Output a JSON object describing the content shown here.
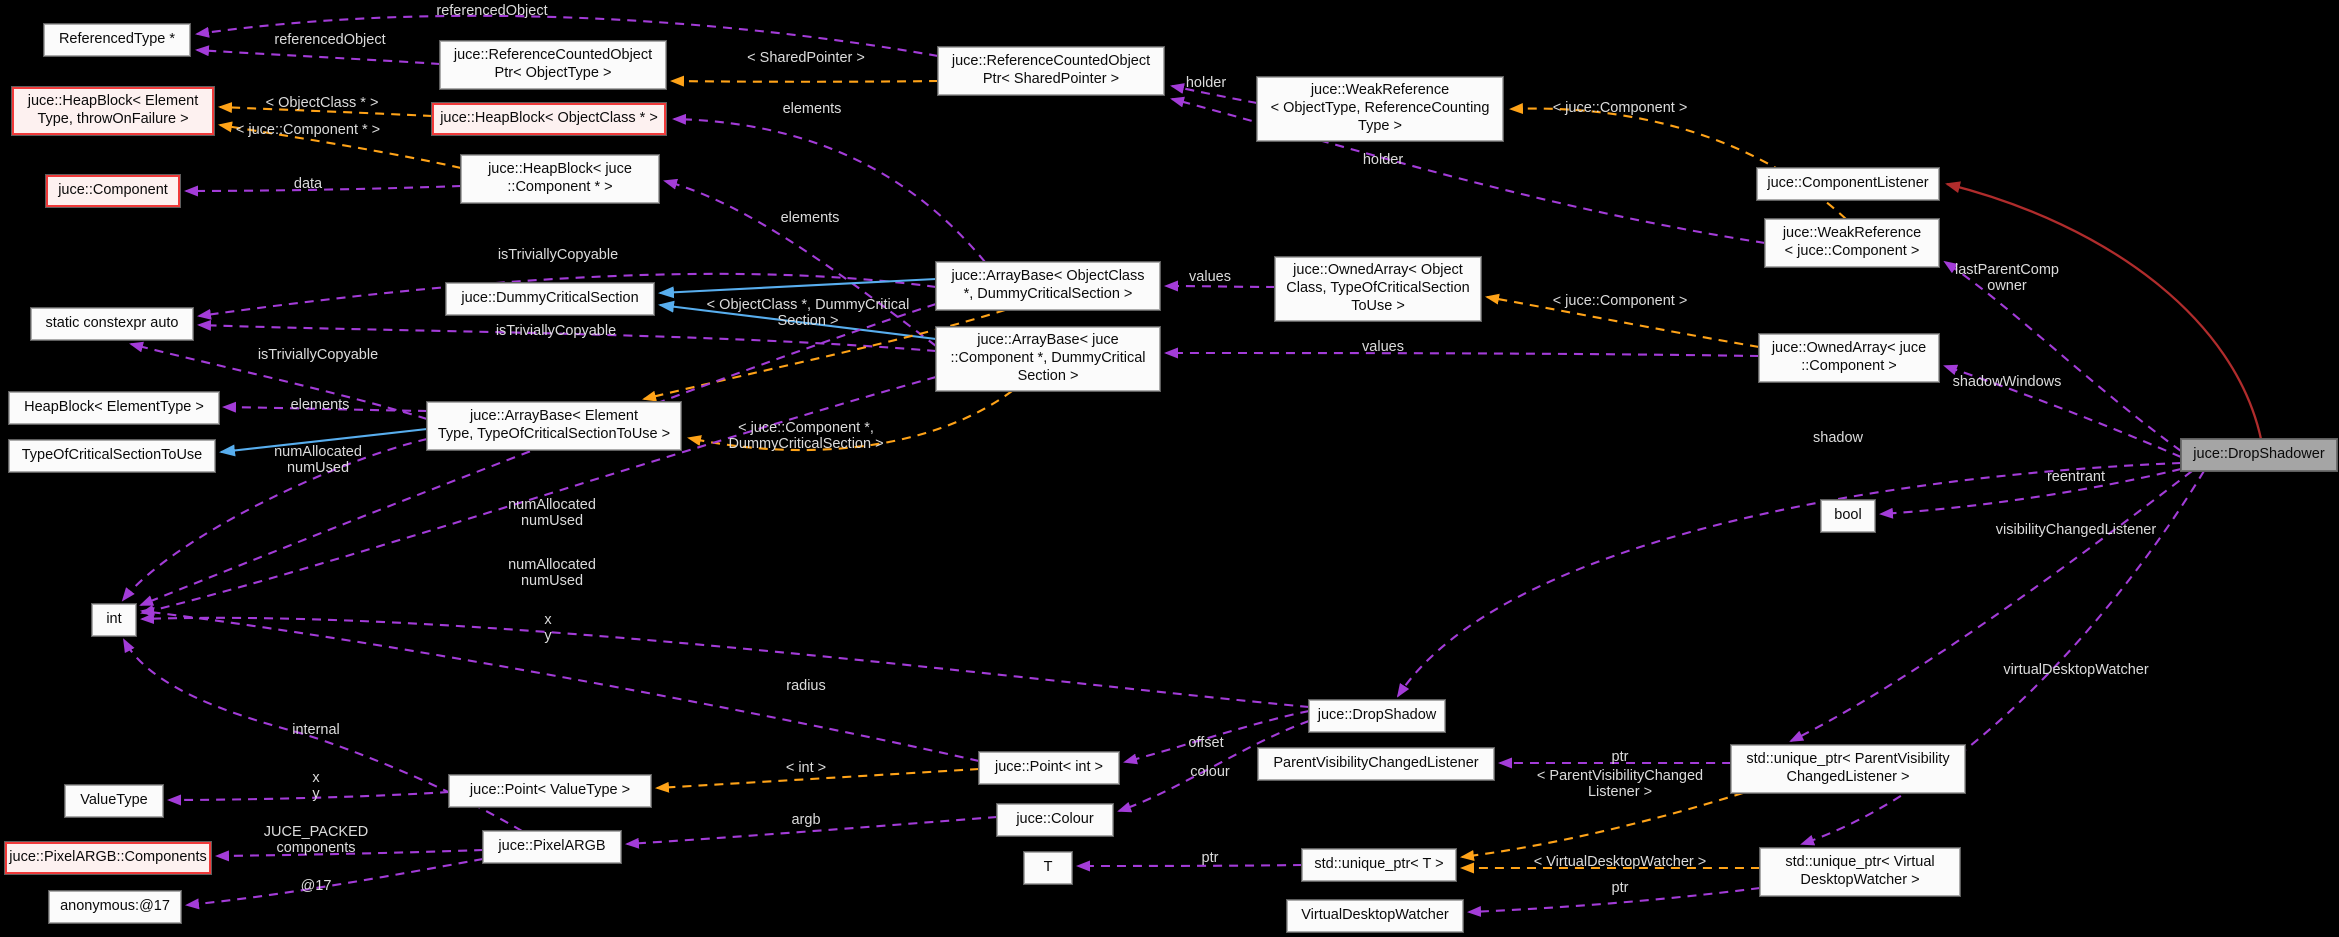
{
  "diagram_type": "doxygen-collaboration-graph",
  "focus_node": "juce::DropShadower",
  "background": "#000000",
  "colors": {
    "member_edge": "#A33CD8",
    "template_edge": "#FFA318",
    "inheritance_edge": "#58AEEE",
    "base_class_edge": "#B02C2C",
    "node_bg": "#FBFBFB",
    "node_border": "#ABABAB",
    "special_node_border": "#F03A3A",
    "special_node_bg": "#FDF1F0",
    "focus_node_bg": "#A5A5A5",
    "edge_label_color": "#DBDBDB"
  },
  "nodes": [
    {
      "id": "referenced-type",
      "label": "ReferencedType *"
    },
    {
      "id": "reference-counted-object-ptr-object-type",
      "label": "juce::ReferenceCountedObject\nPtr< ObjectType >"
    },
    {
      "id": "reference-counted-object-ptr-shared-pointer",
      "label": "juce::ReferenceCountedObject\nPtr< SharedPointer >"
    },
    {
      "id": "weak-reference-generic",
      "label": "juce::WeakReference\n< ObjectType, ReferenceCounting\nType >"
    },
    {
      "id": "component-listener",
      "label": "juce::ComponentListener"
    },
    {
      "id": "heap-block-generic",
      "label": "juce::HeapBlock< Element\nType, throwOnFailure >"
    },
    {
      "id": "heap-block-object-class",
      "label": "juce::HeapBlock< ObjectClass * >"
    },
    {
      "id": "component",
      "label": "juce::Component"
    },
    {
      "id": "heap-block-component",
      "label": "juce::HeapBlock< juce\n::Component * >"
    },
    {
      "id": "weak-reference-component",
      "label": "juce::WeakReference\n< juce::Component >"
    },
    {
      "id": "dummy-critical-section",
      "label": "juce::DummyCriticalSection"
    },
    {
      "id": "array-base-object-class",
      "label": "juce::ArrayBase< ObjectClass\n*, DummyCriticalSection >"
    },
    {
      "id": "owned-array-generic",
      "label": "juce::OwnedArray< Object\nClass, TypeOfCriticalSection\nToUse >"
    },
    {
      "id": "static-constexpr-auto",
      "label": "static constexpr auto"
    },
    {
      "id": "array-base-component",
      "label": "juce::ArrayBase< juce\n::Component *, DummyCritical\nSection >"
    },
    {
      "id": "owned-array-component",
      "label": "juce::OwnedArray< juce\n::Component >"
    },
    {
      "id": "heap-block-element-type",
      "label": "HeapBlock< ElementType >"
    },
    {
      "id": "array-base-generic",
      "label": "juce::ArrayBase< Element\nType, TypeOfCriticalSectionToUse >"
    },
    {
      "id": "type-of-critical-section-to-use",
      "label": "TypeOfCriticalSectionToUse"
    },
    {
      "id": "drop-shadower",
      "label": "juce::DropShadower"
    },
    {
      "id": "bool",
      "label": "bool"
    },
    {
      "id": "int",
      "label": "int"
    },
    {
      "id": "drop-shadow",
      "label": "juce::DropShadow"
    },
    {
      "id": "parent-visibility-changed-listener",
      "label": "ParentVisibilityChangedListener"
    },
    {
      "id": "point-int",
      "label": "juce::Point< int >"
    },
    {
      "id": "unique-ptr-parent-visibility-changed-listener",
      "label": "std::unique_ptr< ParentVisibility\nChangedListener >"
    },
    {
      "id": "point-value-type",
      "label": "juce::Point< ValueType >"
    },
    {
      "id": "value-type",
      "label": "ValueType"
    },
    {
      "id": "colour",
      "label": "juce::Colour"
    },
    {
      "id": "pixel-argb",
      "label": "juce::PixelARGB"
    },
    {
      "id": "pixel-argb-components",
      "label": "juce::PixelARGB::Components"
    },
    {
      "id": "t",
      "label": "T"
    },
    {
      "id": "unique-ptr-t",
      "label": "std::unique_ptr< T >"
    },
    {
      "id": "unique-ptr-virtual-desktop-watcher",
      "label": "std::unique_ptr< Virtual\nDesktopWatcher >"
    },
    {
      "id": "anonymous-17",
      "label": "anonymous:@17"
    },
    {
      "id": "virtual-desktop-watcher",
      "label": "VirtualDesktopWatcher"
    }
  ],
  "edge_labels": [
    {
      "text": "referencedObject"
    },
    {
      "text": "referencedObject"
    },
    {
      "text": "< SharedPointer >"
    },
    {
      "text": "holder"
    },
    {
      "text": "holder"
    },
    {
      "text": "< juce::Component >"
    },
    {
      "text": "< ObjectClass * >"
    },
    {
      "text": "< juce::Component * >"
    },
    {
      "text": "data"
    },
    {
      "text": "elements"
    },
    {
      "text": "elements"
    },
    {
      "text": "isTriviallyCopyable"
    },
    {
      "text": "isTriviallyCopyable"
    },
    {
      "text": "isTriviallyCopyable"
    },
    {
      "text": "< ObjectClass *, DummyCritical\nSection >"
    },
    {
      "text": "values"
    },
    {
      "text": "values"
    },
    {
      "text": "< juce::Component >"
    },
    {
      "text": "lastParentComp\nowner"
    },
    {
      "text": "shadowWindows"
    },
    {
      "text": "elements"
    },
    {
      "text": "< juce::Component *,\nDummyCriticalSection >"
    },
    {
      "text": "numAllocated\nnumUsed"
    },
    {
      "text": "numAllocated\nnumUsed"
    },
    {
      "text": "numAllocated\nnumUsed"
    },
    {
      "text": "shadow"
    },
    {
      "text": "reentrant"
    },
    {
      "text": "visibilityChangedListener"
    },
    {
      "text": "virtualDesktopWatcher"
    },
    {
      "text": "x\ny"
    },
    {
      "text": "radius"
    },
    {
      "text": "internal"
    },
    {
      "text": "offset"
    },
    {
      "text": "colour"
    },
    {
      "text": "< int >"
    },
    {
      "text": "x\ny"
    },
    {
      "text": "argb"
    },
    {
      "text": "JUCE_PACKED\ncomponents"
    },
    {
      "text": "@17"
    },
    {
      "text": "ptr"
    },
    {
      "text": "< ParentVisibilityChanged\nListener >"
    },
    {
      "text": "ptr"
    },
    {
      "text": "< VirtualDesktopWatcher >"
    },
    {
      "text": "ptr"
    }
  ],
  "edges": [
    {
      "from": "reference-counted-object-ptr-object-type",
      "to": "referenced-type",
      "relation": "member",
      "label": "referencedObject"
    },
    {
      "from": "reference-counted-object-ptr-shared-pointer",
      "to": "referenced-type",
      "relation": "member",
      "label": "referencedObject"
    },
    {
      "from": "reference-counted-object-ptr-shared-pointer",
      "to": "reference-counted-object-ptr-object-type",
      "relation": "template-instance",
      "label": "< SharedPointer >"
    },
    {
      "from": "weak-reference-generic",
      "to": "reference-counted-object-ptr-shared-pointer",
      "relation": "member",
      "label": "holder"
    },
    {
      "from": "weak-reference-component",
      "to": "reference-counted-object-ptr-shared-pointer",
      "relation": "member",
      "label": "holder"
    },
    {
      "from": "weak-reference-component",
      "to": "weak-reference-generic",
      "relation": "template-instance",
      "label": "< juce::Component >"
    },
    {
      "from": "drop-shadower",
      "to": "component-listener",
      "relation": "inheritance",
      "label": ""
    },
    {
      "from": "heap-block-object-class",
      "to": "heap-block-generic",
      "relation": "template-instance",
      "label": "< ObjectClass * >"
    },
    {
      "from": "heap-block-component",
      "to": "heap-block-generic",
      "relation": "template-instance",
      "label": "< juce::Component * >"
    },
    {
      "from": "heap-block-component",
      "to": "component",
      "relation": "member",
      "label": "data"
    },
    {
      "from": "array-base-object-class",
      "to": "heap-block-object-class",
      "relation": "member",
      "label": "elements"
    },
    {
      "from": "array-base-component",
      "to": "heap-block-component",
      "relation": "member",
      "label": "elements"
    },
    {
      "from": "array-base-object-class",
      "to": "static-constexpr-auto",
      "relation": "member",
      "label": "isTriviallyCopyable"
    },
    {
      "from": "array-base-component",
      "to": "static-constexpr-auto",
      "relation": "member",
      "label": "isTriviallyCopyable"
    },
    {
      "from": "array-base-generic",
      "to": "static-constexpr-auto",
      "relation": "member",
      "label": "isTriviallyCopyable"
    },
    {
      "from": "array-base-object-class",
      "to": "dummy-critical-section",
      "relation": "inheritance",
      "label": ""
    },
    {
      "from": "array-base-component",
      "to": "dummy-critical-section",
      "relation": "inheritance",
      "label": ""
    },
    {
      "from": "array-base-generic",
      "to": "type-of-critical-section-to-use",
      "relation": "inheritance",
      "label": ""
    },
    {
      "from": "array-base-object-class",
      "to": "array-base-generic",
      "relation": "template-instance",
      "label": "< ObjectClass *, DummyCritical Section >"
    },
    {
      "from": "array-base-component",
      "to": "array-base-generic",
      "relation": "template-instance",
      "label": "< juce::Component *, DummyCriticalSection >"
    },
    {
      "from": "owned-array-generic",
      "to": "array-base-object-class",
      "relation": "member",
      "label": "values"
    },
    {
      "from": "owned-array-component",
      "to": "array-base-component",
      "relation": "member",
      "label": "values"
    },
    {
      "from": "owned-array-component",
      "to": "owned-array-generic",
      "relation": "template-instance",
      "label": "< juce::Component >"
    },
    {
      "from": "drop-shadower",
      "to": "weak-reference-component",
      "relation": "member",
      "label": "lastParentComp owner"
    },
    {
      "from": "drop-shadower",
      "to": "owned-array-component",
      "relation": "member",
      "label": "shadowWindows"
    },
    {
      "from": "drop-shadower",
      "to": "drop-shadow",
      "relation": "member",
      "label": "shadow"
    },
    {
      "from": "drop-shadower",
      "to": "bool",
      "relation": "member",
      "label": "reentrant"
    },
    {
      "from": "drop-shadower",
      "to": "unique-ptr-parent-visibility-changed-listener",
      "relation": "member",
      "label": "visibilityChangedListener"
    },
    {
      "from": "drop-shadower",
      "to": "unique-ptr-virtual-desktop-watcher",
      "relation": "member",
      "label": "virtualDesktopWatcher"
    },
    {
      "from": "drop-shadow",
      "to": "point-int",
      "relation": "member",
      "label": "offset"
    },
    {
      "from": "drop-shadow",
      "to": "colour",
      "relation": "member",
      "label": "colour"
    },
    {
      "from": "drop-shadow",
      "to": "int",
      "relation": "member",
      "label": "radius"
    },
    {
      "from": "point-int",
      "to": "point-value-type",
      "relation": "template-instance",
      "label": "< int >"
    },
    {
      "from": "point-int",
      "to": "int",
      "relation": "member",
      "label": "x y"
    },
    {
      "from": "point-value-type",
      "to": "value-type",
      "relation": "member",
      "label": "x y"
    },
    {
      "from": "colour",
      "to": "pixel-argb",
      "relation": "member",
      "label": "argb"
    },
    {
      "from": "pixel-argb",
      "to": "pixel-argb-components",
      "relation": "member",
      "label": "JUCE_PACKED components"
    },
    {
      "from": "pixel-argb",
      "to": "anonymous-17",
      "relation": "member",
      "label": "@17"
    },
    {
      "from": "pixel-argb",
      "to": "int",
      "relation": "member",
      "label": "internal"
    },
    {
      "from": "unique-ptr-parent-visibility-changed-listener",
      "to": "parent-visibility-changed-listener",
      "relation": "member",
      "label": "ptr"
    },
    {
      "from": "unique-ptr-parent-visibility-changed-listener",
      "to": "unique-ptr-t",
      "relation": "template-instance",
      "label": "< ParentVisibilityChanged Listener >"
    },
    {
      "from": "unique-ptr-virtual-desktop-watcher",
      "to": "unique-ptr-t",
      "relation": "template-instance",
      "label": "< VirtualDesktopWatcher >"
    },
    {
      "from": "unique-ptr-t",
      "to": "t",
      "relation": "member",
      "label": "ptr"
    },
    {
      "from": "unique-ptr-virtual-desktop-watcher",
      "to": "virtual-desktop-watcher",
      "relation": "member",
      "label": "ptr"
    },
    {
      "from": "array-base-generic",
      "to": "heap-block-element-type",
      "relation": "member",
      "label": "elements"
    },
    {
      "from": "array-base-generic",
      "to": "int",
      "relation": "member",
      "label": "numAllocated numUsed"
    },
    {
      "from": "array-base-object-class",
      "to": "int",
      "relation": "member",
      "label": "numAllocated numUsed"
    },
    {
      "from": "array-base-component",
      "to": "int",
      "relation": "member",
      "label": "numAllocated numUsed"
    }
  ]
}
